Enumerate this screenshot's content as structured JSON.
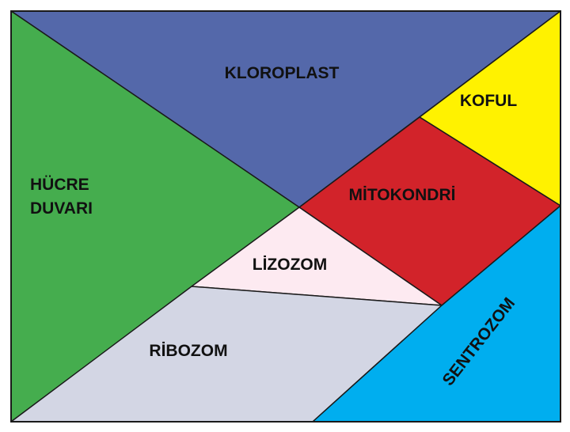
{
  "pieces": [
    {
      "id": "kloroplast",
      "lines": [
        "KLOROPLAST"
      ],
      "color": "#5468aa"
    },
    {
      "id": "hucre-duvari",
      "lines": [
        "HÜCRE",
        "DUVARI"
      ],
      "color": "#45ad4e"
    },
    {
      "id": "koful",
      "lines": [
        "KOFUL"
      ],
      "color": "#fff200"
    },
    {
      "id": "mitokondri",
      "lines": [
        "MİTOKONDRİ"
      ],
      "color": "#d2232a"
    },
    {
      "id": "lizozom",
      "lines": [
        "LİZOZOM"
      ],
      "color": "#fdeaf1"
    },
    {
      "id": "ribozom",
      "lines": [
        "RİBOZOM"
      ],
      "color": "#d3d6e4"
    },
    {
      "id": "sentrozom",
      "lines": [
        "SENTROZOM"
      ],
      "color": "#00aeef"
    }
  ]
}
